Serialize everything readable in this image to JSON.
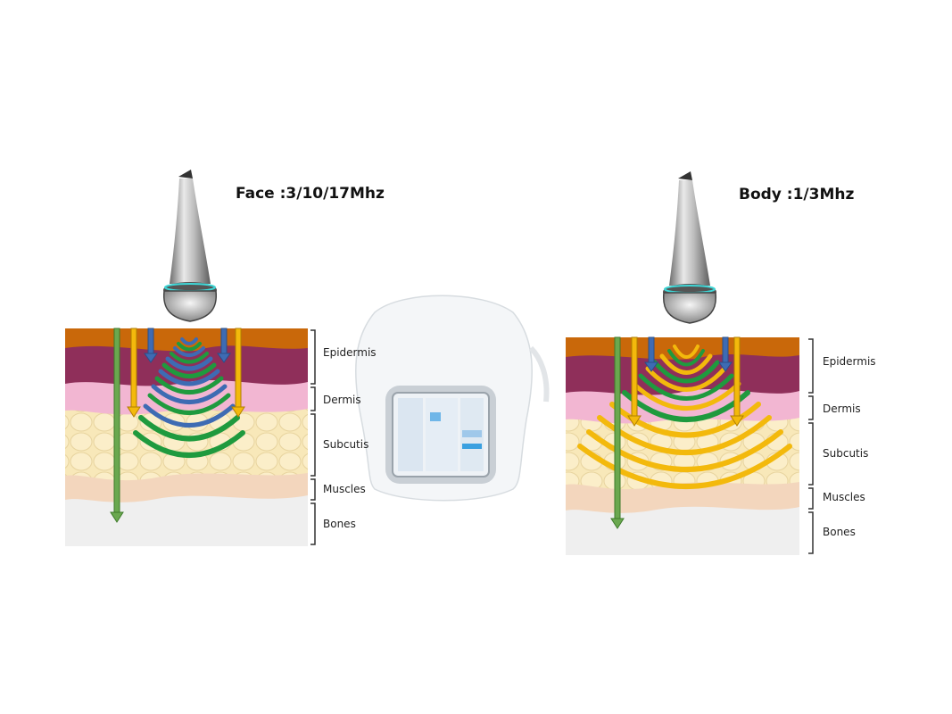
{
  "face": {
    "title": "Face :3/10/17Mhz",
    "layers": [
      "Epidermis",
      "Dermis",
      "Subcutis",
      "Muscles",
      "Bones"
    ]
  },
  "body": {
    "title": "Body :1/3Mhz",
    "layers": [
      "Epidermis",
      "Dermis",
      "Subcutis",
      "Muscles",
      "Bones"
    ]
  },
  "colors": {
    "epidermis": "#c9680a",
    "dermis_dark": "#8f2f5a",
    "dermis_light": "#f2b6d2",
    "subcutis": "#f8e8b9",
    "muscles": "#f3d6bd",
    "bones": "#efefef",
    "wave_green": "#1f9a3e",
    "wave_blue": "#3e6bb3",
    "wave_yellow": "#f3b90c",
    "arrow_green": "#6aa84f"
  },
  "icons": [
    "ultrasound-probe-icon",
    "device-machine-icon",
    "arrow-down-icon"
  ]
}
